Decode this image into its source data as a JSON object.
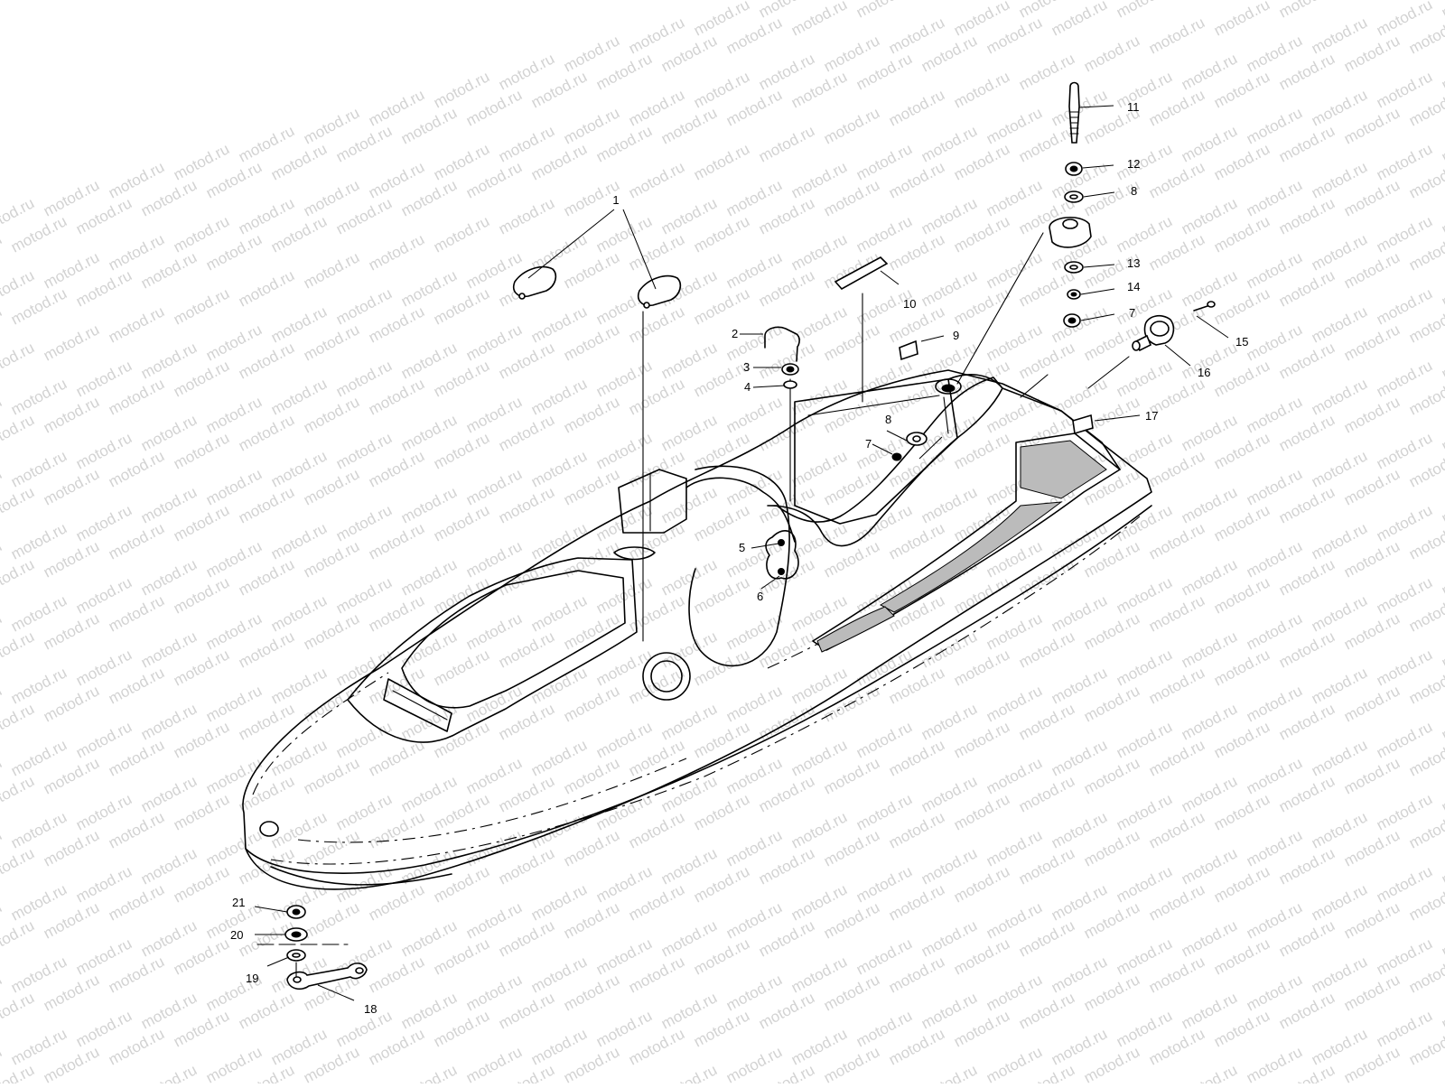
{
  "watermark": {
    "text": "motod.ru"
  },
  "callouts": {
    "c1": "1",
    "c2": "2",
    "c3": "3",
    "c4": "4",
    "c5": "5",
    "c6": "6",
    "c7a": "7",
    "c7b": "7",
    "c8a": "8",
    "c8b": "8",
    "c9": "9",
    "c10": "10",
    "c11": "11",
    "c12": "12",
    "c13": "13",
    "c14": "14",
    "c15": "15",
    "c16": "16",
    "c17": "17",
    "c18": "18",
    "c19": "19",
    "c20": "20",
    "c21": "21"
  }
}
